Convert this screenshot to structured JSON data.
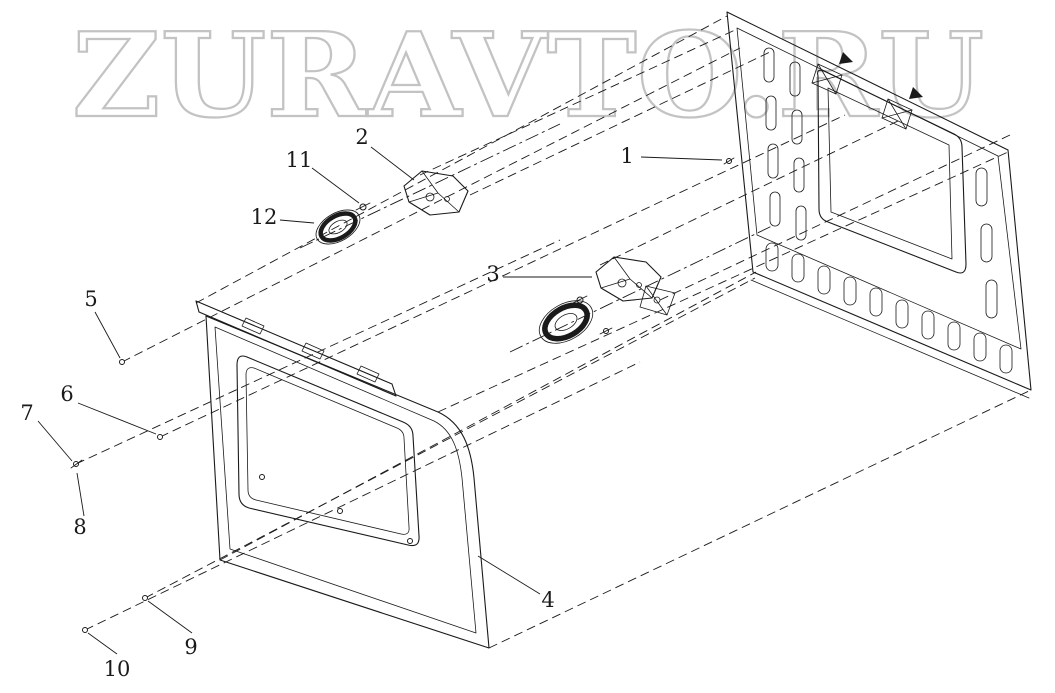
{
  "watermark": "ZURAVTO.RU",
  "labels": {
    "n1": "1",
    "n2": "2",
    "n3": "3",
    "n4": "4",
    "n5": "5",
    "n6": "6",
    "n7": "7",
    "n8": "8",
    "n9": "9",
    "n10": "10",
    "n11": "11",
    "n12": "12"
  },
  "colors": {
    "line": "#1a1a1a",
    "watermark_outline": "#c3c3c3",
    "background": "#ffffff"
  }
}
